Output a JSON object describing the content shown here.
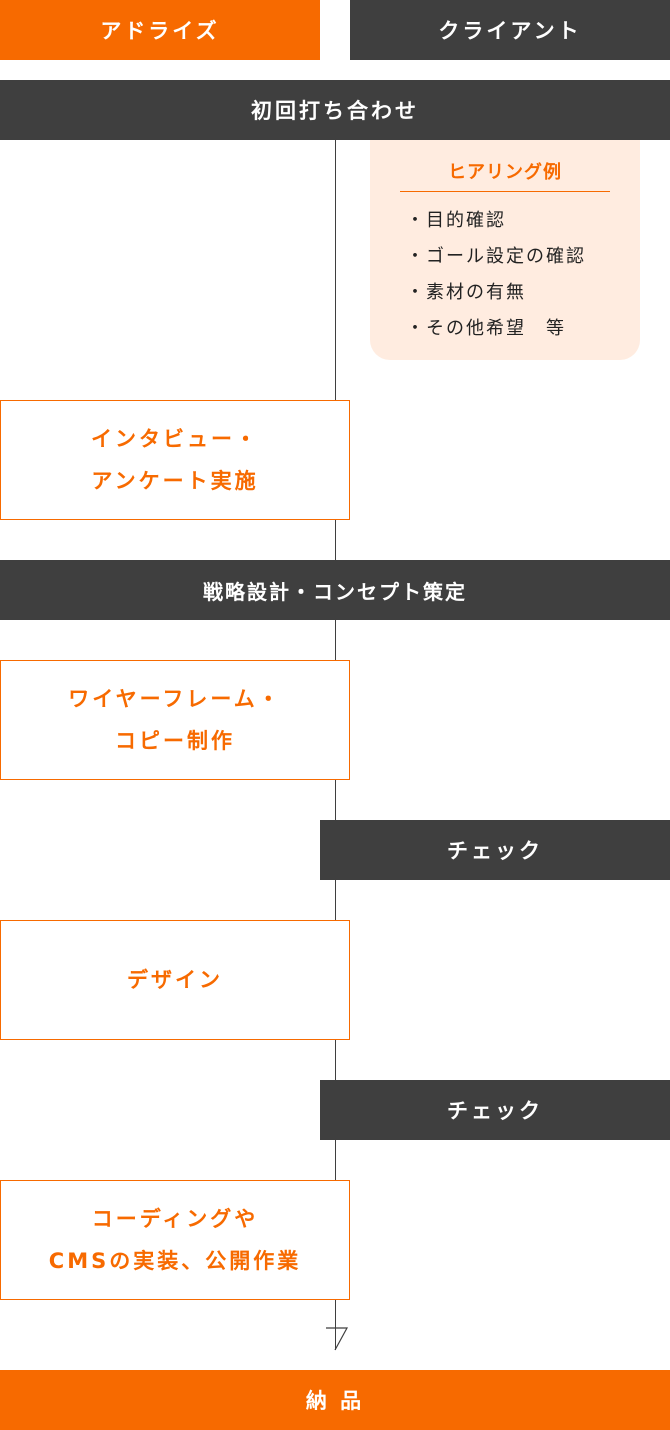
{
  "header": {
    "left": "アドライズ",
    "right": "クライアント"
  },
  "steps": {
    "meeting": "初回打ち合わせ",
    "interview": [
      "インタビュー・",
      "アンケート実施"
    ],
    "strategy": "戦略設計・コンセプト策定",
    "wireframe": [
      "ワイヤーフレーム・",
      "コピー制作"
    ],
    "check1": "チェック",
    "design": "デザイン",
    "check2": "チェック",
    "coding": [
      "コーディングや",
      "CMSの実装、公開作業"
    ],
    "delivery": "納 品"
  },
  "hearing": {
    "title": "ヒアリング例",
    "items": [
      "・目的確認",
      "・ゴール設定の確認",
      "・素材の有無",
      "・その他希望　等"
    ]
  },
  "colors": {
    "accent": "#f76a00",
    "dark": "#3f3f3f",
    "note_bg": "#ffece0"
  }
}
